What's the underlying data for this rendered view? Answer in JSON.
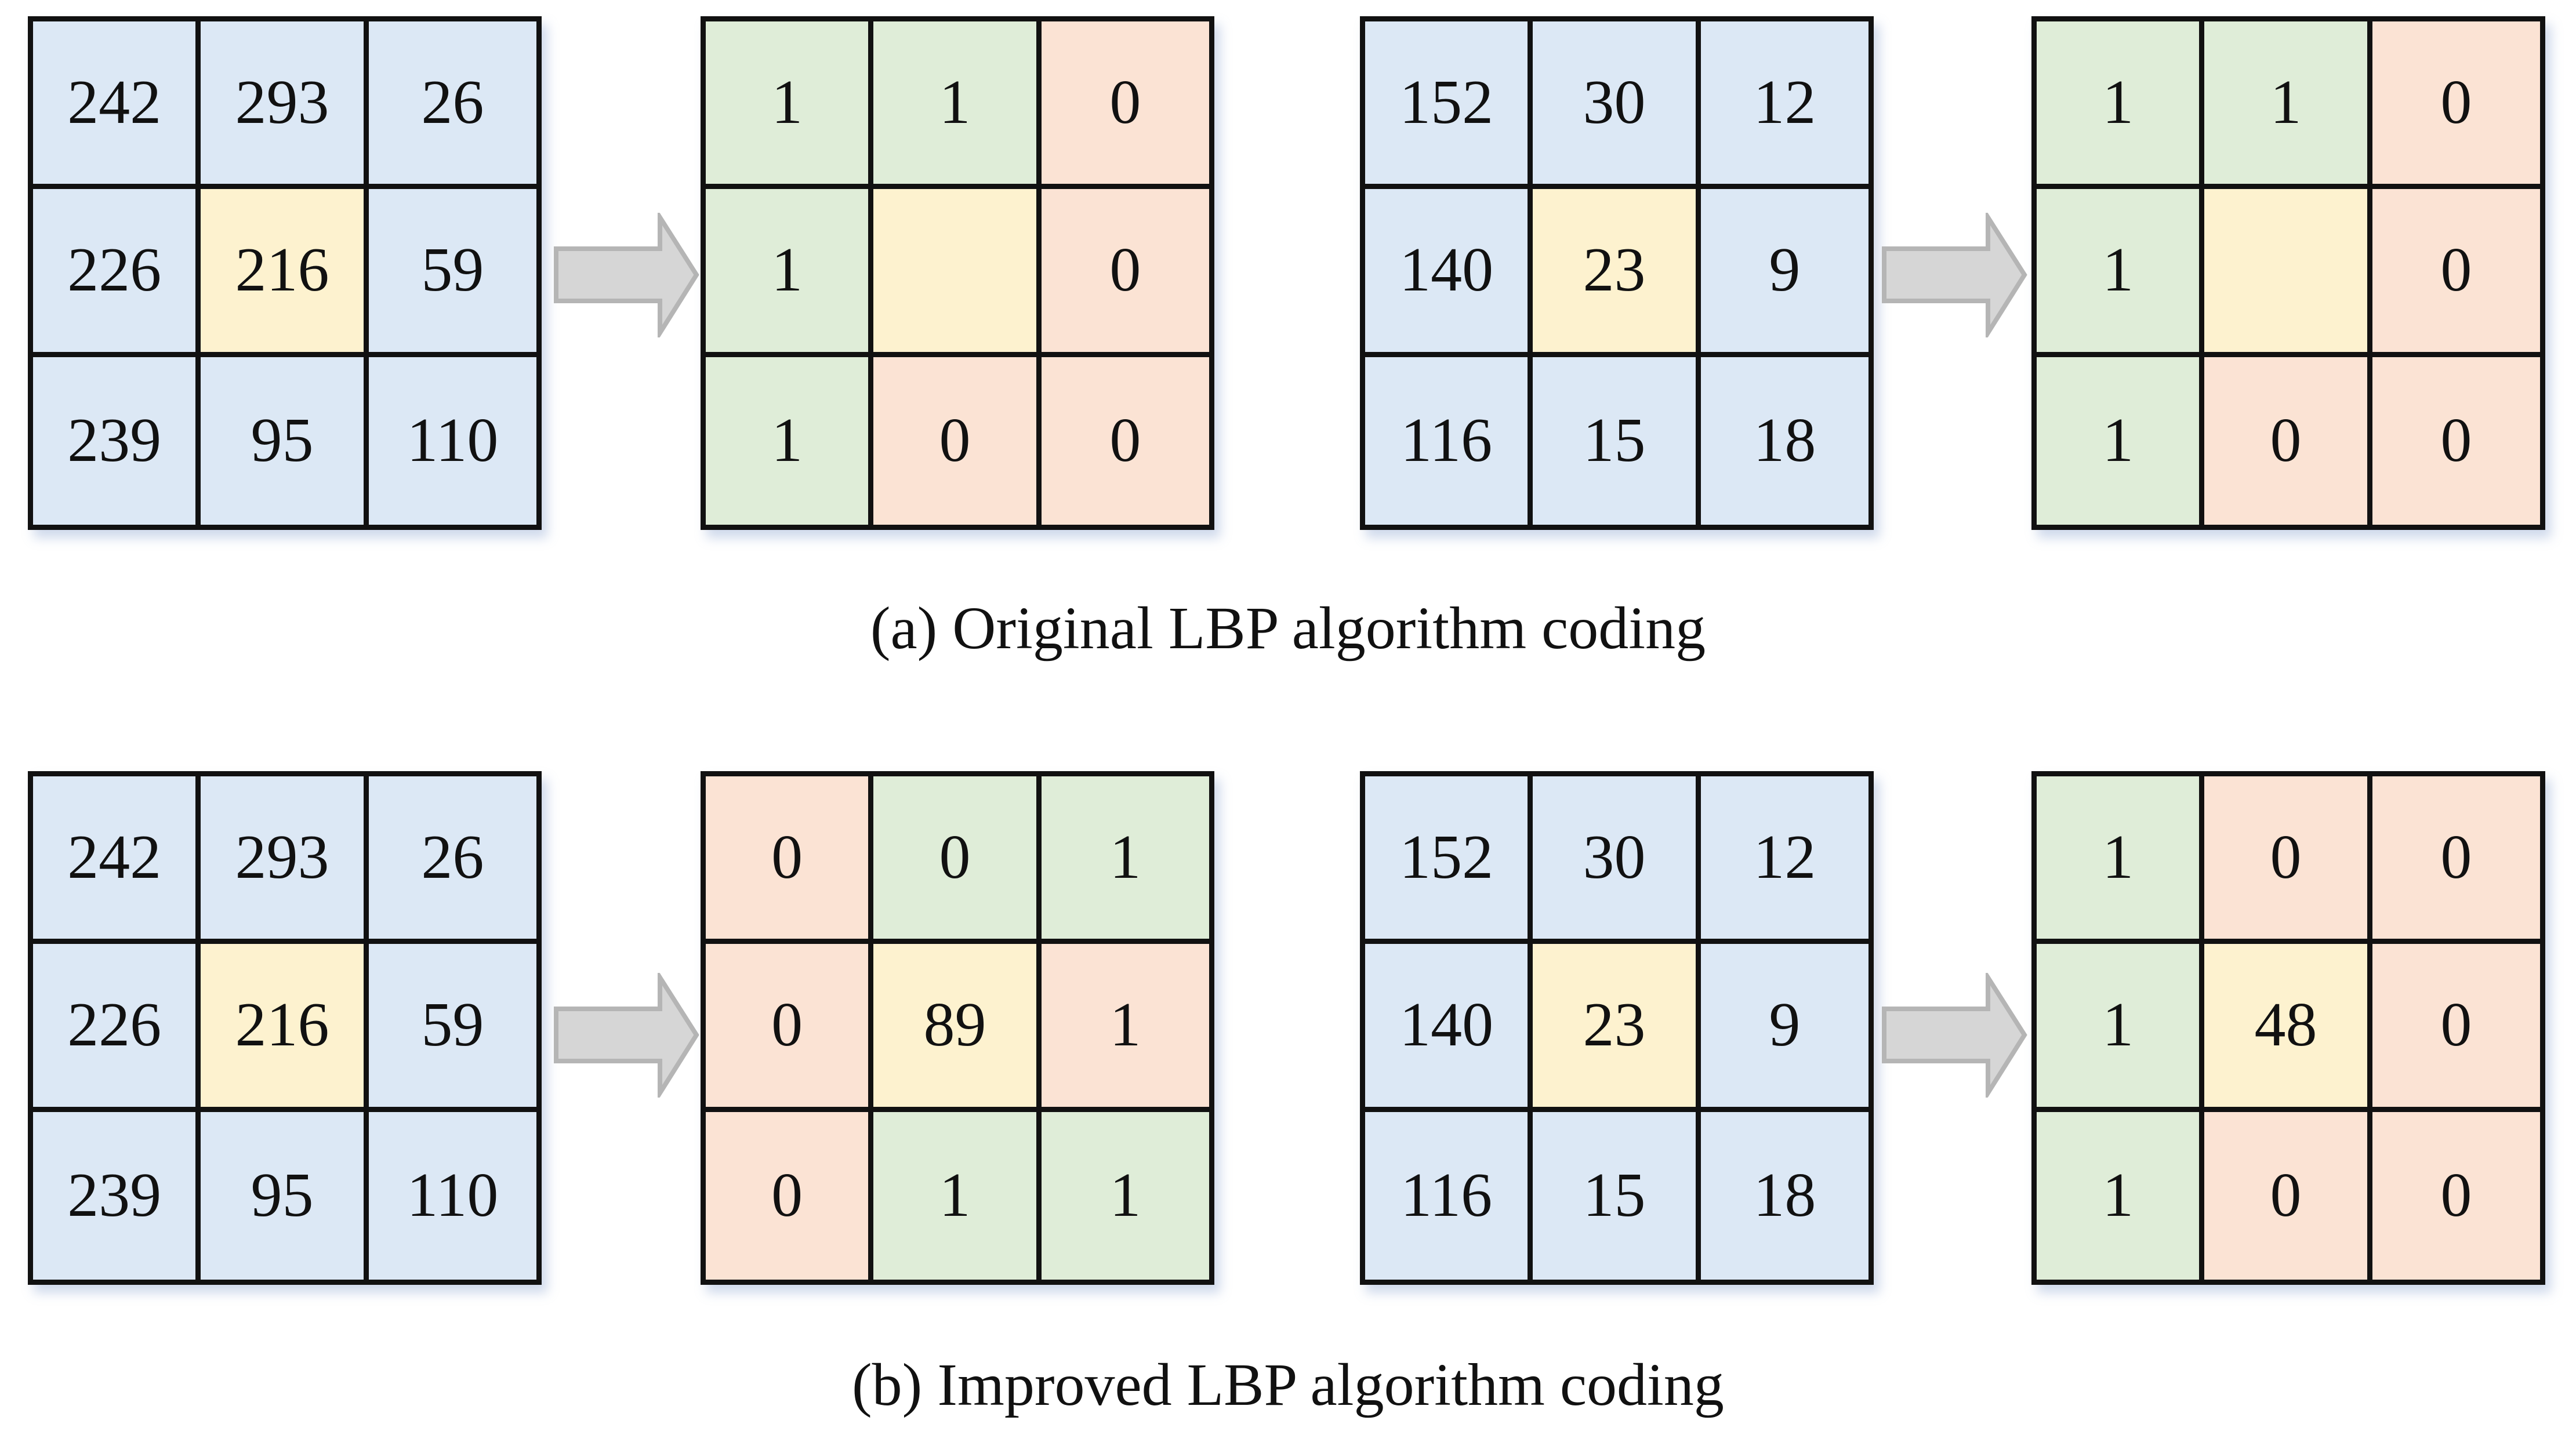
{
  "colors": {
    "input_cell": "#dce8f5",
    "center_cell": "#fdf2cf",
    "one_cell": "#dfedd8",
    "zero_cell": "#fbe3d4",
    "grid_border": "#111111",
    "arrow_fill": "#d6d6d6",
    "arrow_stroke": "#b5b5b5"
  },
  "panels": [
    {
      "caption": "(a) Original LBP algorithm coding",
      "groups": [
        {
          "input": [
            "242",
            "293",
            "26",
            "226",
            "216",
            "59",
            "239",
            "95",
            "110"
          ],
          "output": [
            "1",
            "1",
            "0",
            "1",
            "",
            "0",
            "1",
            "0",
            "0"
          ]
        },
        {
          "input": [
            "152",
            "30",
            "12",
            "140",
            "23",
            "9",
            "116",
            "15",
            "18"
          ],
          "output": [
            "1",
            "1",
            "0",
            "1",
            "",
            "0",
            "1",
            "0",
            "0"
          ]
        }
      ]
    },
    {
      "caption": "(b) Improved LBP algorithm coding",
      "groups": [
        {
          "input": [
            "242",
            "293",
            "26",
            "226",
            "216",
            "59",
            "239",
            "95",
            "110"
          ],
          "output": [
            "0",
            "0",
            "1",
            "0",
            "89",
            "1",
            "0",
            "1",
            "1"
          ]
        },
        {
          "input": [
            "152",
            "30",
            "12",
            "140",
            "23",
            "9",
            "116",
            "15",
            "18"
          ],
          "output": [
            "1",
            "0",
            "0",
            "1",
            "48",
            "0",
            "1",
            "0",
            "0"
          ]
        }
      ]
    }
  ]
}
